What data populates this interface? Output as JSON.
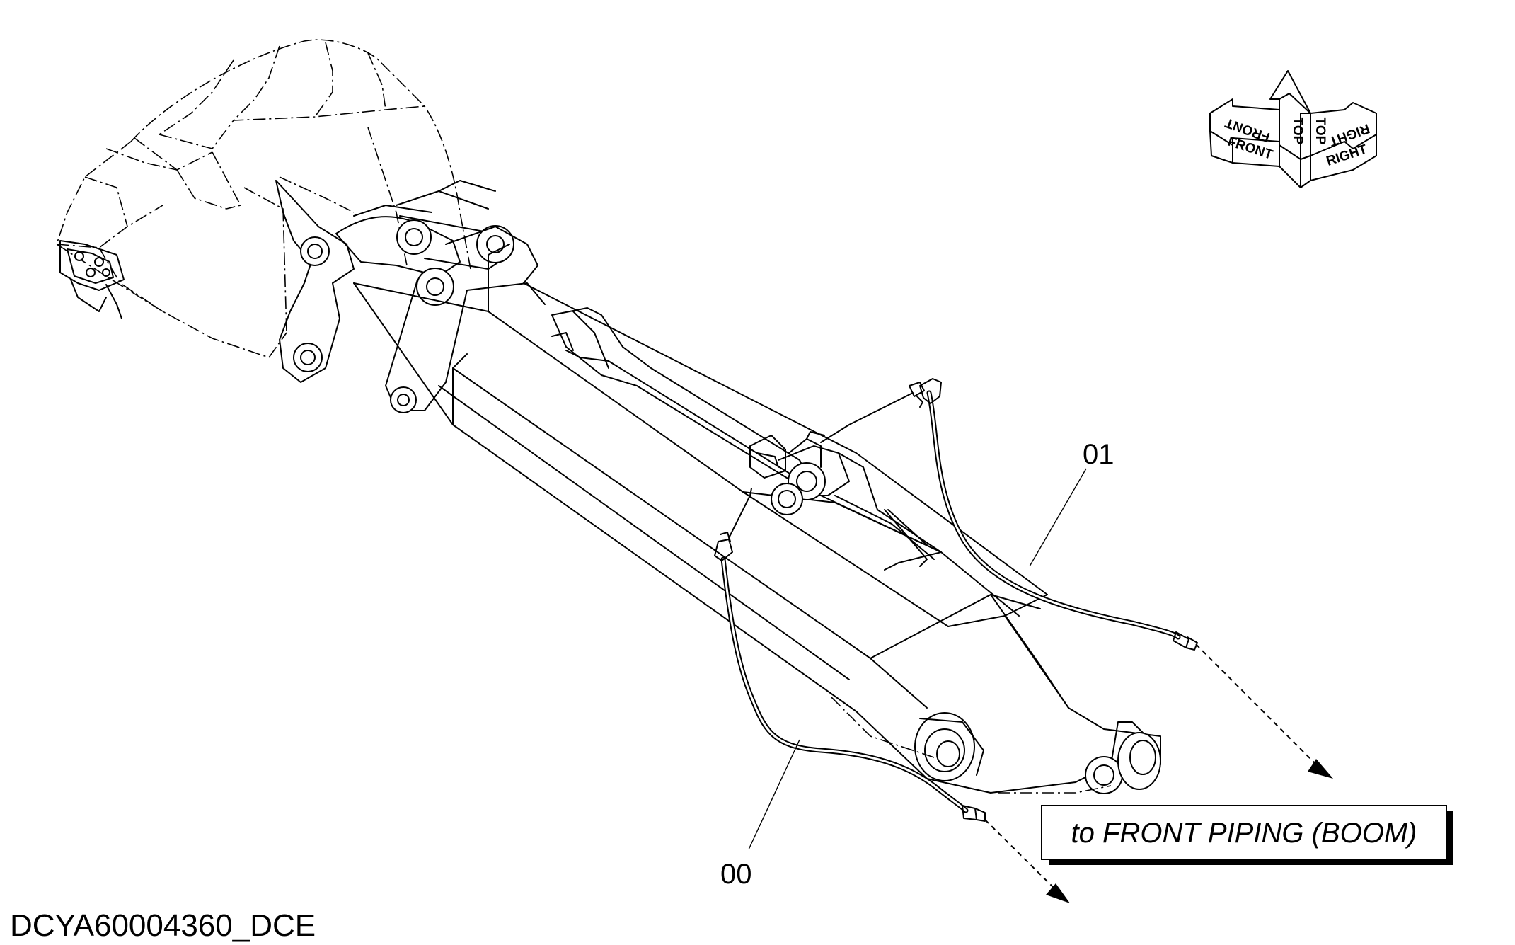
{
  "parts": [
    {
      "number": "00"
    },
    {
      "number": "01"
    }
  ],
  "callout": {
    "text": "to FRONT PIPING (BOOM)"
  },
  "drawing_id": "DCYA60004360_DCE",
  "orientation": {
    "front_top": "FRONT",
    "front_bottom": "FRONT",
    "top_left": "TOP",
    "top_right": "TOP",
    "right_top": "RIGHT",
    "right_bottom": "RIGHT"
  }
}
